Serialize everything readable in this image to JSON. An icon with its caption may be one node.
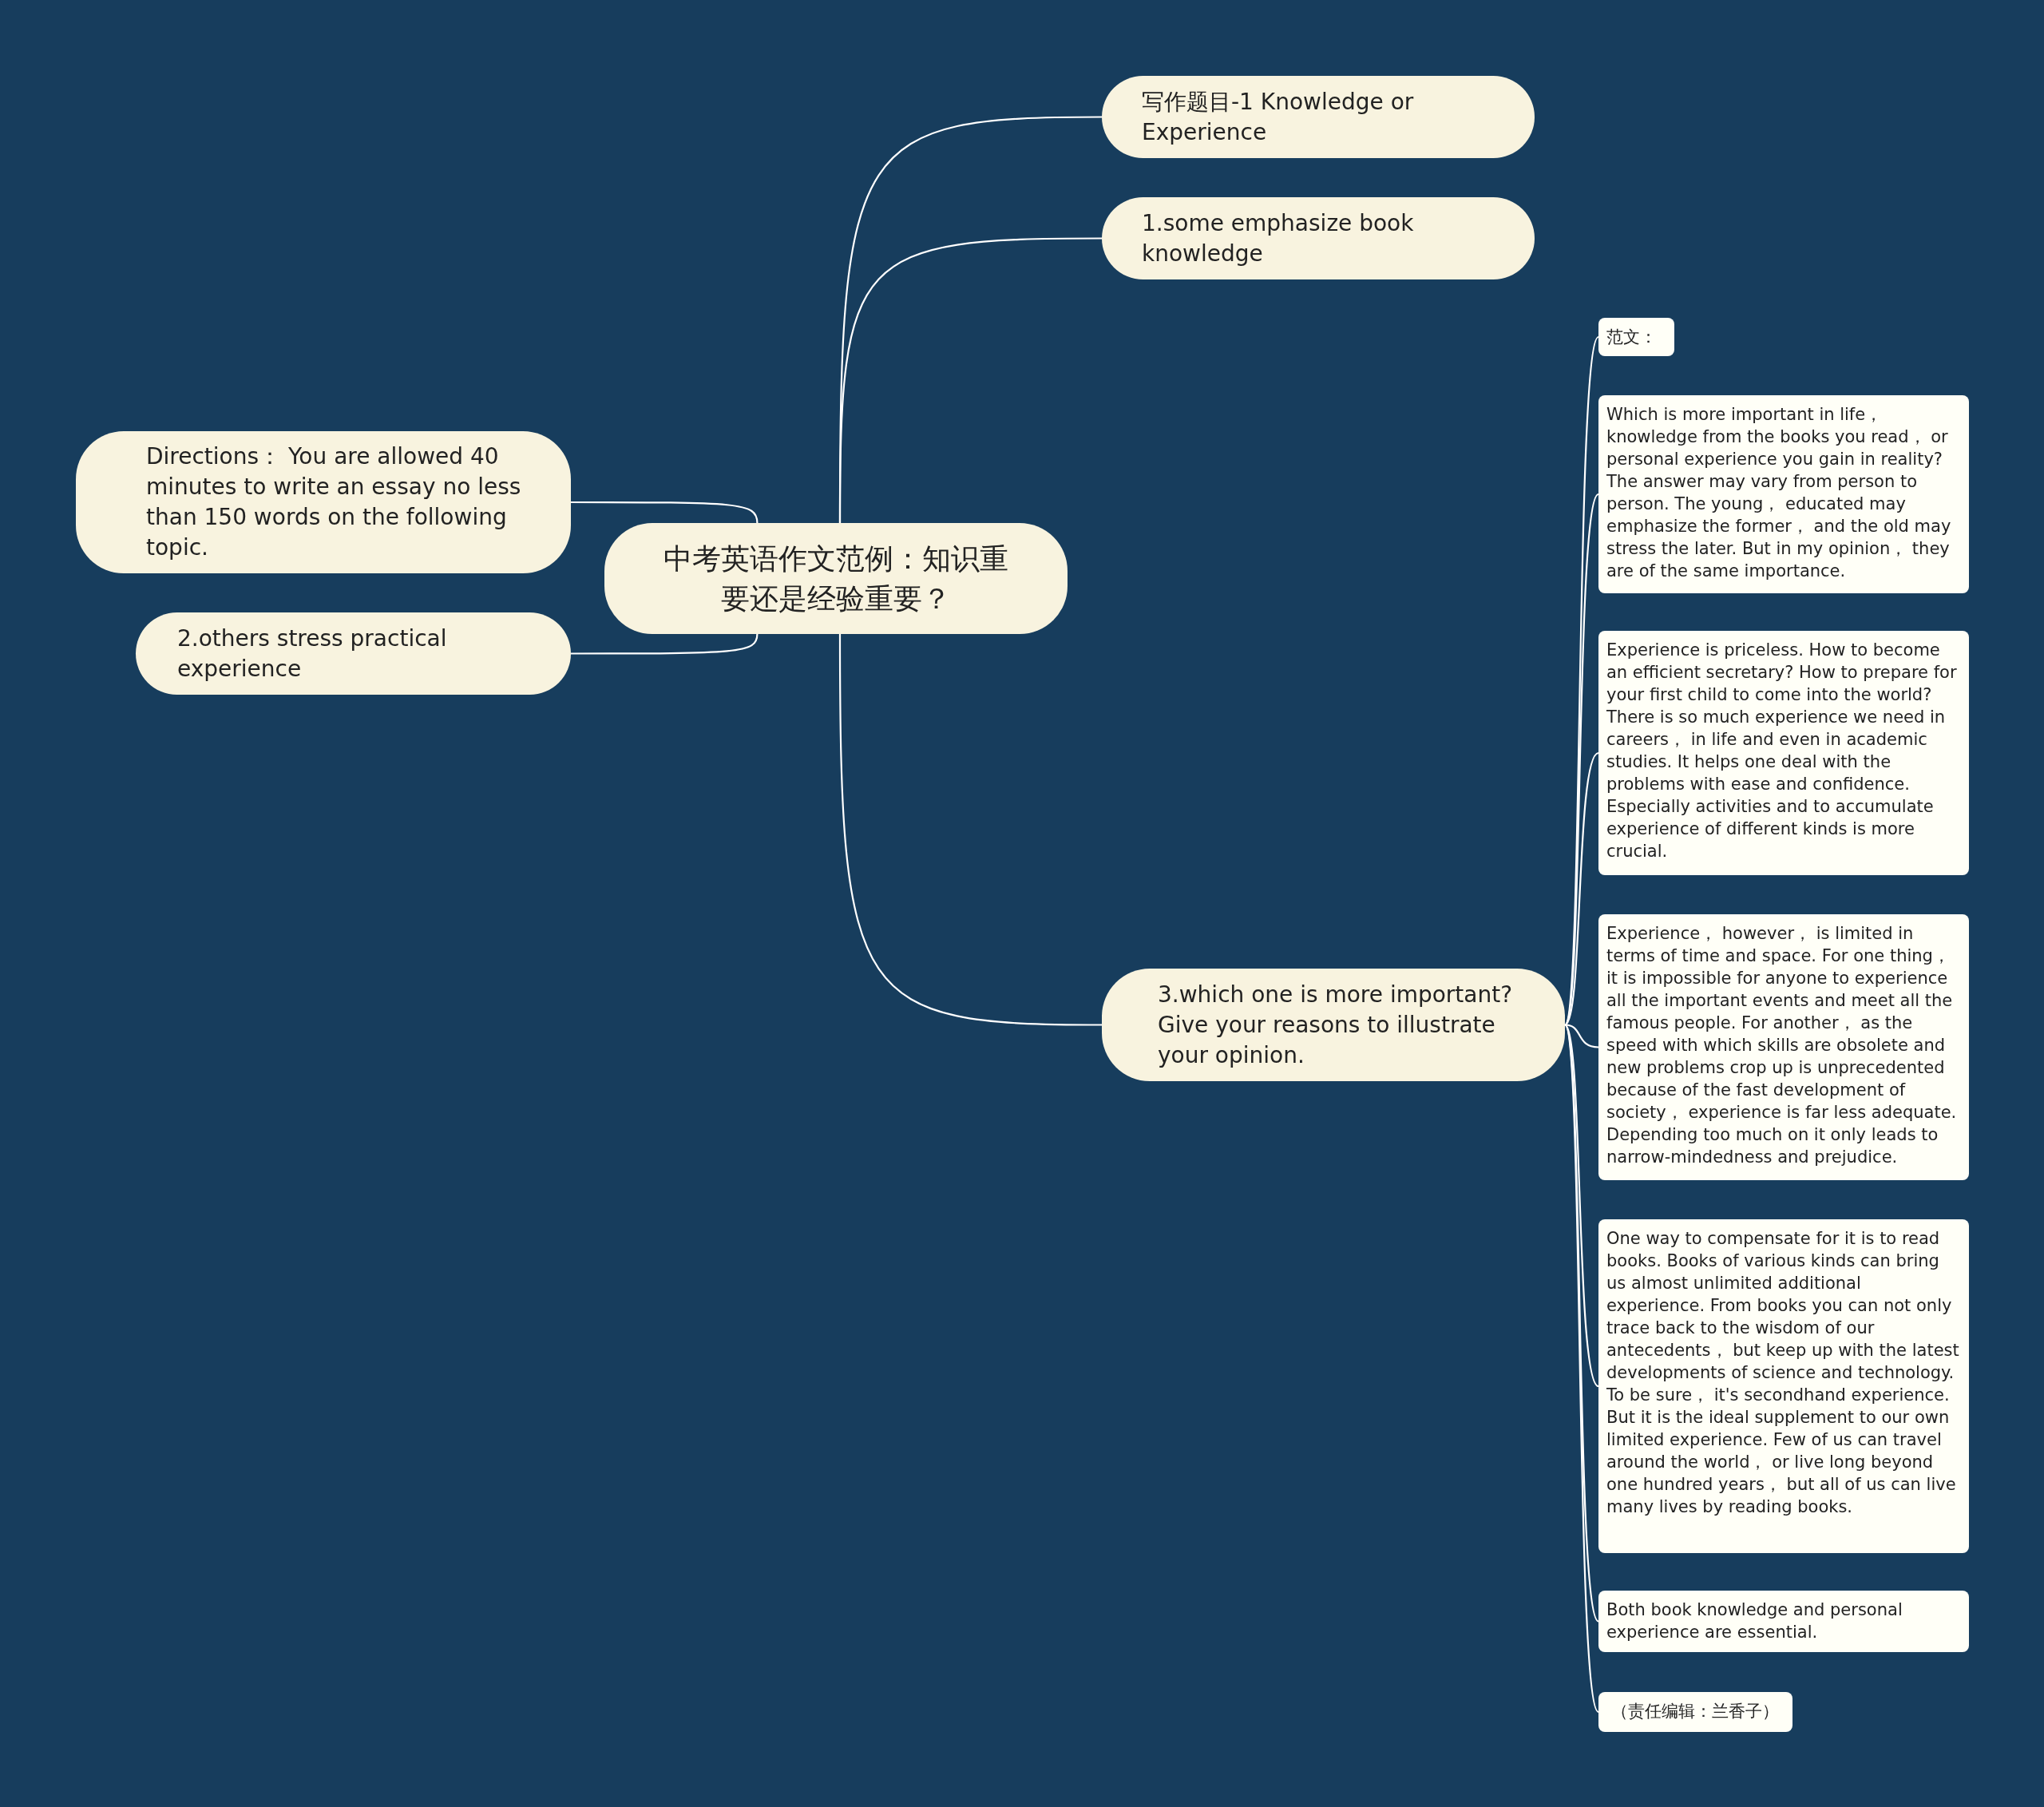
{
  "diagram": {
    "nodes": [
      {
        "text": [
          "中考英语作文范例：知识重要还是经验重要？"
        ]
      },
      {
        "text": [
          "写作题目-1 Knowledge or Experience"
        ]
      },
      {
        "text": [
          "1.some emphasize book knowledge"
        ]
      },
      {
        "text": [
          "Directions：  You are allowed 40 minutes to write an essay no less than 150 words on the following topic."
        ]
      },
      {
        "text": [
          "2.others stress practical experience"
        ]
      },
      {
        "text": [
          "3.which one is more important? Give your reasons to illustrate your opinion."
        ]
      },
      {
        "text": [
          "范文："
        ]
      },
      {
        "text": [
          "Which is more important in life， knowledge from the books you read，  or personal experience you gain in reality? The answer may vary from person to person. The young，  educated may emphasize the former，  and the old may stress the later. But in my opinion，  they are of the same importance."
        ]
      },
      {
        "text": [
          "Experience is priceless. How to become an efficient secretary? How to prepare for your first child to come into the world? There is so much experience we need in careers，  in life and even in academic studies. It helps one deal with the problems with ease and confidence. Especially activities and to accumulate experience of different kinds is more crucial."
        ]
      },
      {
        "text": [
          "Experience，  however，  is limited in terms of time and space. For one thing， it is impossible for anyone to experience all the important events and meet all the famous people. For another，  as the speed with which skills are obsolete and new problems crop up is unprecedented because of the fast development of society，  experience is far less adequate. Depending too much on it only leads to narrow-mindedness and prejudice."
        ]
      },
      {
        "text": [
          "One way to compensate for it is to read books. Books of various kinds can bring us almost unlimited additional experience. From books you can not only trace back to the wisdom of our antecedents，  but keep up with the latest developments of science and technology. To be sure，  it's secondhand experience. But it is the ideal supplement to our own limited experience. Few of us can travel around the world，  or live long beyond one hundred years，  but all of us can live many lives by reading books."
        ]
      },
      {
        "text": [
          "Both book knowledge and personal experience are essential."
        ]
      },
      {
        "text": [
          "（责任编辑：兰香子）"
        ]
      }
    ],
    "edges": [
      {
        "from": 0,
        "to": 1,
        "arrow": "none"
      },
      {
        "from": 0,
        "to": 2,
        "arrow": "none"
      },
      {
        "from": 0,
        "to": 3,
        "arrow": "none"
      },
      {
        "from": 0,
        "to": 4,
        "arrow": "none"
      },
      {
        "from": 0,
        "to": 5,
        "arrow": "none"
      },
      {
        "from": 5,
        "to": 6,
        "arrow": "none"
      },
      {
        "from": 5,
        "to": 7,
        "arrow": "none"
      },
      {
        "from": 5,
        "to": 8,
        "arrow": "none"
      },
      {
        "from": 5,
        "to": 9,
        "arrow": "none"
      },
      {
        "from": 5,
        "to": 10,
        "arrow": "none"
      },
      {
        "from": 5,
        "to": 11,
        "arrow": "none"
      },
      {
        "from": 5,
        "to": 12,
        "arrow": "none"
      }
    ]
  }
}
